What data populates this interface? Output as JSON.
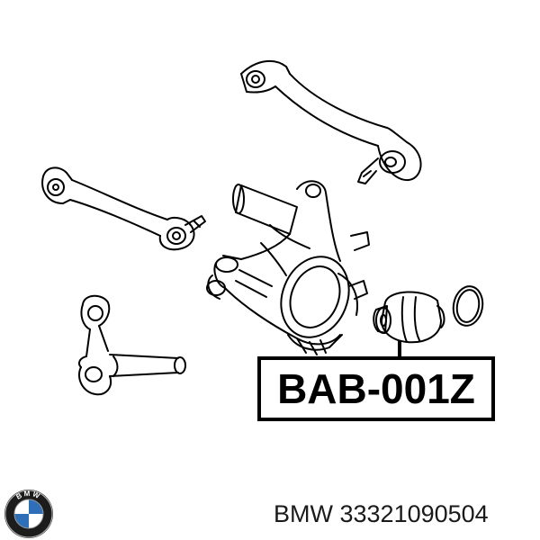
{
  "part_label": "BAB-001Z",
  "caption": {
    "brand": "BMW",
    "part_number": "33321090504"
  },
  "logo": {
    "lettering": "BMW",
    "colors": {
      "blue": "#2f6fb8",
      "ring": "#1c1c1c",
      "white": "#ffffff"
    }
  },
  "drawing": {
    "parts": [
      "upper-control-arm",
      "lateral-link",
      "wheel-carrier",
      "trailing-link",
      "rubber-bushing",
      "retaining-ring"
    ]
  }
}
